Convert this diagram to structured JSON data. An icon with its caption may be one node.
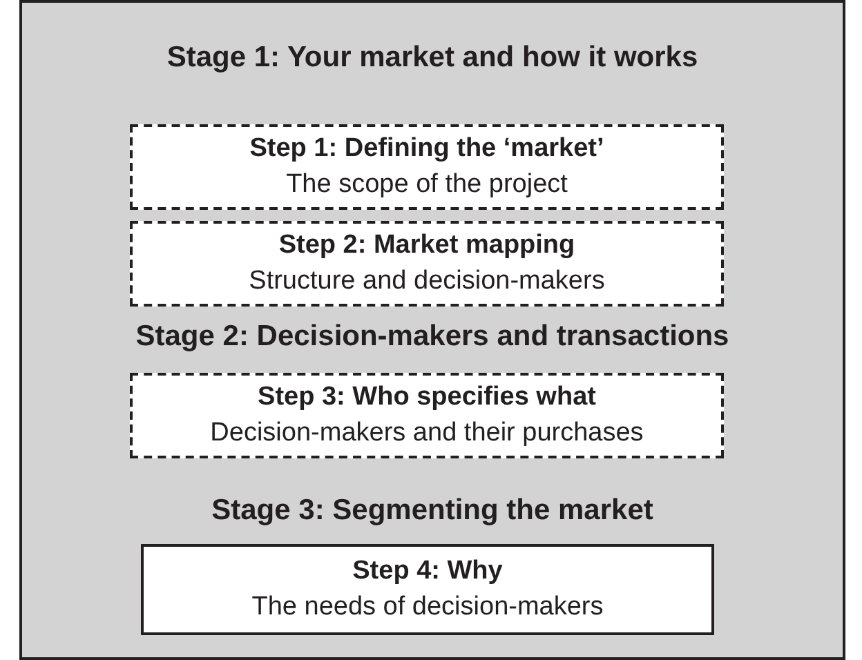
{
  "diagram": {
    "nodes": [
      {
        "text": [],
        "shape": "box"
      },
      {
        "text": [
          "Step 1: Defining the ‘market’",
          "The scope of the project"
        ],
        "in": 0
      },
      {
        "text": [
          "Step 2: Market mapping",
          "Structure and decision-makers"
        ],
        "in": 0
      },
      {
        "text": [
          "Step 3: Who specifies what",
          "Decision-makers and their purchases"
        ],
        "in": 0
      },
      {
        "text": [
          "Step 4: Why",
          "The needs of decision-makers"
        ],
        "in": 0
      }
    ],
    "labels": [
      "Stage 1: Your market and how it works",
      "Stage 2: Decision-makers and transactions",
      "Stage 3: Segmenting the market"
    ]
  }
}
